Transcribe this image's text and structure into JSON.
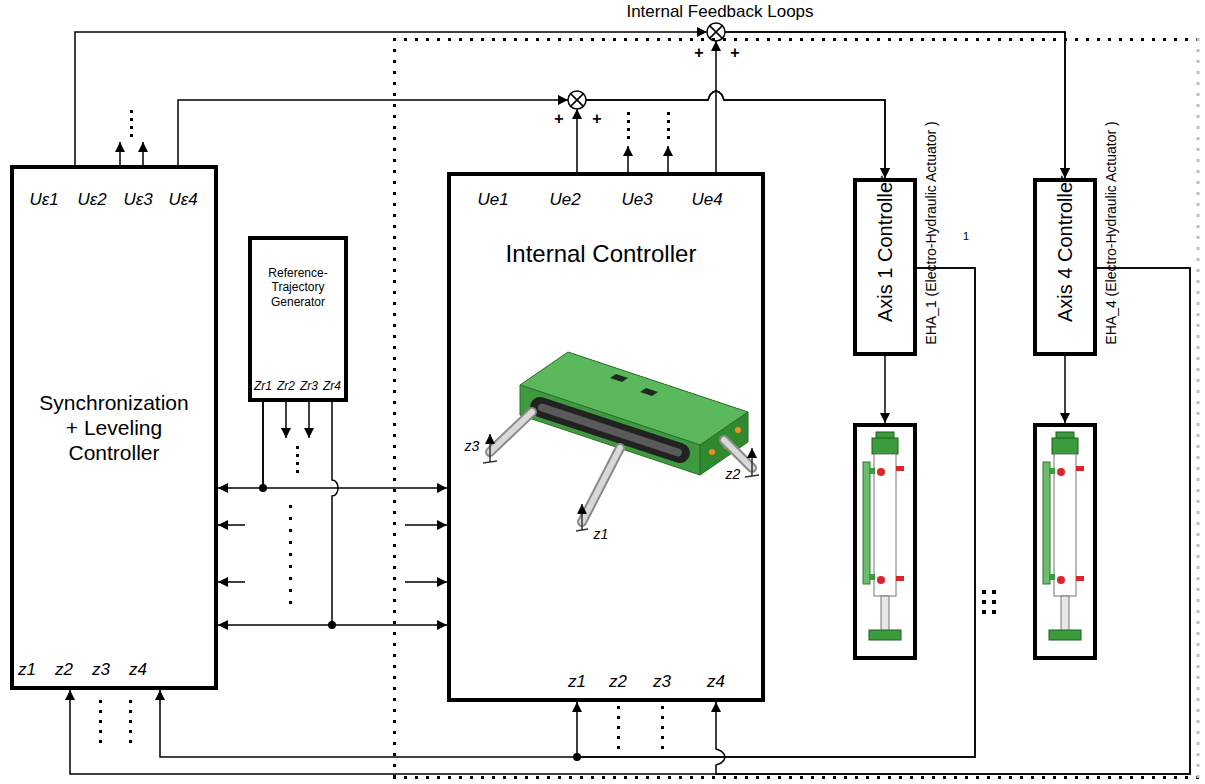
{
  "diagram": {
    "nodes": [
      {
        "text": [
          "Internal Feedback Loops"
        ]
      },
      {
        "text": [
          "Synchronization + Leveling Controller"
        ]
      },
      {
        "text": [
          "Reference-Trajectory Generator"
        ]
      },
      {
        "text": [
          "Internal Controller"
        ],
        "in": 0
      },
      {
        "text": [
          "Axis 1 Controller"
        ],
        "in": 0
      },
      {
        "text": [
          "EHA_1 (Electro-Hydraulic Actuator )"
        ],
        "in": 0
      },
      {
        "text": [
          "Axis 4 Controller"
        ],
        "in": 0
      },
      {
        "text": [
          "EHA_4 (Electro-Hydraulic Actuator )"
        ],
        "in": 0
      }
    ],
    "edges": [
      {
        "from": 1,
        "to": 4,
        "arrow": "to"
      },
      {
        "from": 3,
        "to": 4,
        "arrow": "to"
      },
      {
        "from": 1,
        "to": 6,
        "arrow": "to"
      },
      {
        "from": 3,
        "to": 6,
        "arrow": "to"
      },
      {
        "from": 4,
        "to": 5,
        "arrow": "to"
      },
      {
        "from": 6,
        "to": 7,
        "arrow": "to"
      },
      {
        "from": 2,
        "to": 1,
        "arrow": "to"
      },
      {
        "from": 2,
        "to": 3,
        "arrow": "to"
      },
      {
        "from": 4,
        "to": 3,
        "arrow": "to"
      },
      {
        "from": 4,
        "to": 1,
        "arrow": "to"
      },
      {
        "from": 6,
        "to": 3,
        "arrow": "to"
      },
      {
        "from": 6,
        "to": 1,
        "arrow": "to"
      }
    ],
    "labels": [
      "+",
      "+",
      "+",
      "+",
      "Uε1",
      "Uε2",
      "Uε3",
      "Uε4",
      "Ue1",
      "Ue2",
      "Ue3",
      "Ue4",
      "1",
      "Zr1",
      "Zr2",
      "Zr3",
      "Zr4",
      "z3",
      "z2",
      "z1",
      "z1",
      "z2",
      "z3",
      "z4",
      "z1",
      "z2",
      "z3",
      "z4"
    ]
  }
}
